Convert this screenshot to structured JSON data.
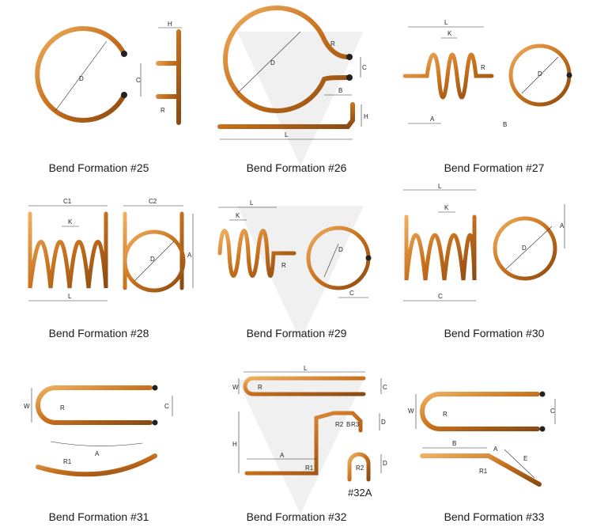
{
  "captions": {
    "f25": "Bend Formation #25",
    "f26": "Bend Formation #26",
    "f27": "Bend Formation #27",
    "f28": "Bend Formation #28",
    "f29": "Bend Formation #29",
    "f30": "Bend Formation #30",
    "f31": "Bend Formation #31",
    "f32": "Bend Formation #32",
    "f33": "Bend Formation #33"
  },
  "sublabels": {
    "f32a": "#32A"
  },
  "dims": {
    "D": "D",
    "H": "H",
    "C": "C",
    "R": "R",
    "L": "L",
    "K": "K",
    "A": "A",
    "B": "B",
    "C1": "C1",
    "C2": "C2",
    "W": "W",
    "R1": "R1",
    "R2": "R2",
    "R3": "R3",
    "E": "E"
  },
  "colors": {
    "copper_light": "#f0b060",
    "copper_mid": "#c8701c",
    "copper_dark": "#8a4a12",
    "watermark": "#eeeeee"
  }
}
